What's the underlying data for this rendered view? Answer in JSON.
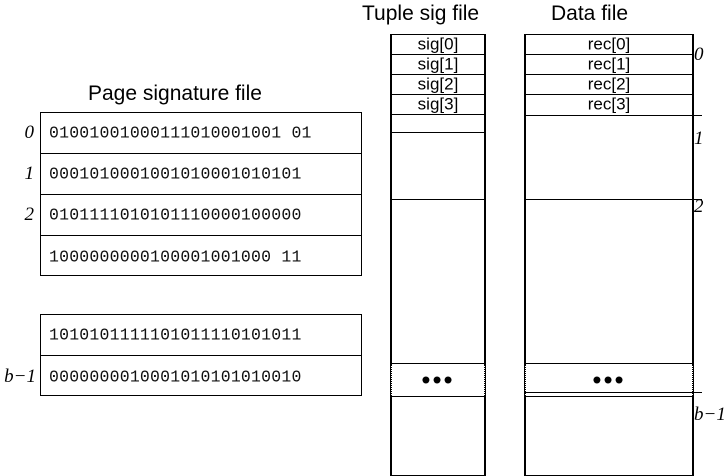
{
  "titles": {
    "page_signature_file": "Page signature file",
    "tuple_sig_file": "Tuple sig file",
    "data_file": "Data file"
  },
  "page_signature_file": {
    "top_block": {
      "rows": [
        {
          "index_label": "0",
          "bits": "01001001000111010001001 01"
        },
        {
          "index_label": "1",
          "bits": "0001010001001010001010101"
        },
        {
          "index_label": "2",
          "bits": "0101111010101110000100000"
        },
        {
          "index_label": "",
          "bits": "1000000000100001001000 11"
        }
      ]
    },
    "bottom_block": {
      "rows": [
        {
          "index_label": "",
          "bits": "1010101111101011110101011"
        },
        {
          "index_label": "b−1",
          "bits": "0000000010001010101010010"
        }
      ]
    }
  },
  "tuple_sig_file": {
    "segments": [
      {
        "name": "page-0-segment",
        "cells": [
          {
            "label": "sig[0]"
          },
          {
            "label": "sig[1]"
          },
          {
            "label": "sig[2]"
          },
          {
            "label": "sig[3]"
          },
          {
            "label": ""
          }
        ]
      },
      {
        "name": "page-1-segment",
        "cells": [
          {
            "label": ""
          }
        ]
      },
      {
        "name": "page-2-segment",
        "cells": [
          {
            "label": ""
          }
        ]
      },
      {
        "name": "ellipsis-segment",
        "cells": [
          {
            "label": "•••"
          }
        ]
      },
      {
        "name": "page-last-segment",
        "cells": [
          {
            "label": ""
          }
        ]
      }
    ],
    "ellipsis": "•••"
  },
  "data_file": {
    "segments": [
      {
        "name": "page-0-segment",
        "cells": [
          {
            "label": "rec[0]"
          },
          {
            "label": "rec[1]"
          },
          {
            "label": "rec[2]"
          },
          {
            "label": "rec[3]"
          }
        ]
      },
      {
        "name": "page-1-segment",
        "cells": [
          {
            "label": ""
          }
        ]
      },
      {
        "name": "page-2-segment",
        "cells": [
          {
            "label": ""
          }
        ]
      },
      {
        "name": "ellipsis-segment",
        "cells": [
          {
            "label": "•••"
          }
        ]
      },
      {
        "name": "page-last-segment",
        "cells": [
          {
            "label": ""
          }
        ]
      }
    ],
    "ellipsis": "•••"
  },
  "right_page_index": [
    {
      "label": "0"
    },
    {
      "label": "1"
    },
    {
      "label": "2"
    },
    {
      "label": "b−1"
    }
  ],
  "colors": {
    "line": "#000000",
    "background": "#ffffff",
    "text": "#000000"
  }
}
